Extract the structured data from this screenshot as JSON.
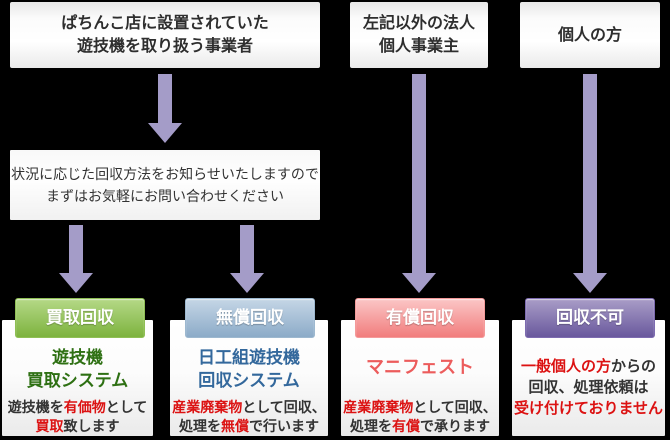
{
  "colors": {
    "background": "#000000",
    "arrow": "#a49cc8",
    "emphasis_red": "#dc1212",
    "body_text": "#333333"
  },
  "flow": {
    "top_boxes": [
      {
        "lines": [
          "ぱちんこ店に設置されていた",
          "遊技機を取り扱う事業者"
        ]
      },
      {
        "lines": [
          "左記以外の法人",
          "個人事業主"
        ]
      },
      {
        "lines": [
          "個人の方"
        ]
      }
    ],
    "middle_box": {
      "lines": [
        "状況に応じた回収方法をお知らせいたしますので",
        "まずはお気軽にお問い合わせください"
      ]
    }
  },
  "columns": [
    {
      "header": "買取回収",
      "header_gradient": [
        "#b5d987",
        "#7db33e"
      ],
      "header_border": "#8fbf55",
      "title_lines": [
        "遊技機",
        "買取システム"
      ],
      "title_color": "#2e7013",
      "desc_lines": [
        [
          {
            "text": "遊技機を",
            "em": false
          },
          {
            "text": "有価物",
            "em": true
          },
          {
            "text": "として",
            "em": false
          }
        ],
        [
          {
            "text": "買取",
            "em": true
          },
          {
            "text": "致します",
            "em": false
          }
        ]
      ]
    },
    {
      "header": "無償回収",
      "header_gradient": [
        "#c5d6e6",
        "#8cabc8"
      ],
      "header_border": "#9db8cf",
      "title_lines": [
        "日工組遊技機",
        "回収システム"
      ],
      "title_color": "#33689c",
      "desc_lines": [
        [
          {
            "text": "産業廃棄物",
            "em": true
          },
          {
            "text": "として回収、",
            "em": false
          }
        ],
        [
          {
            "text": "処理を",
            "em": false
          },
          {
            "text": "無償",
            "em": true
          },
          {
            "text": "で行います",
            "em": false
          }
        ]
      ]
    },
    {
      "header": "有償回収",
      "header_gradient": [
        "#fbc6c6",
        "#f17d7d"
      ],
      "header_border": "#f49a9a",
      "title_lines": [
        "マニフェスト"
      ],
      "title_color": "#ec5c5c",
      "desc_lines": [
        [
          {
            "text": "産業廃棄物",
            "em": true
          },
          {
            "text": "として回収、",
            "em": false
          }
        ],
        [
          {
            "text": "処理を",
            "em": false
          },
          {
            "text": "有償",
            "em": true
          },
          {
            "text": "で承ります",
            "em": false
          }
        ]
      ]
    },
    {
      "header": "回収不可",
      "header_gradient": [
        "#a99dc7",
        "#69589d"
      ],
      "header_border": "#7d6bb0",
      "title_lines": [],
      "title_color": "",
      "desc_lines": [
        [
          {
            "text": "一般個人の方",
            "em": true
          },
          {
            "text": "からの",
            "em": false
          }
        ],
        [
          {
            "text": "回収、処理依頼は",
            "em": false
          }
        ],
        [
          {
            "text": "受け付けておりません",
            "em": true
          }
        ]
      ]
    }
  ]
}
